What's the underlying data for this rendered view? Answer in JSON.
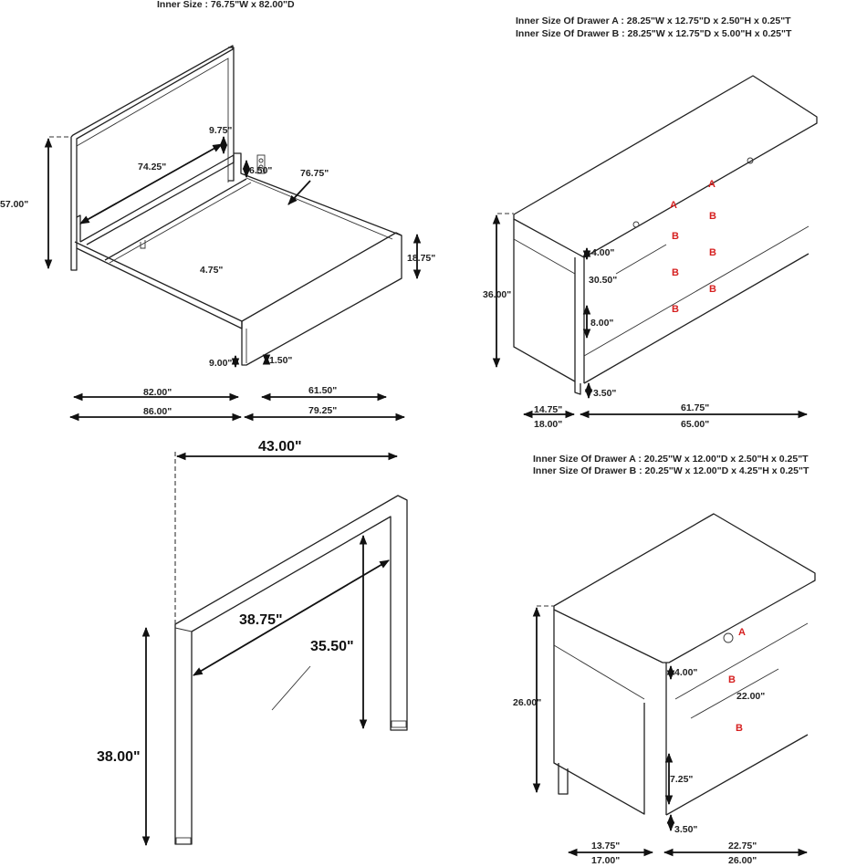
{
  "bed": {
    "inner_size": "Inner Size : 76.75\"W x 82.00\"D",
    "dims": {
      "height": "57.00\"",
      "headboard_width": "74.25\"",
      "headboard_gap": "9.75\"",
      "rail_height": "6.50\"",
      "inner_width": "76.75\"",
      "slat_leg": "4.75\"",
      "footboard_height": "18.75\"",
      "rail_clearance": "9.00\"",
      "footboard_clearance": "1.50\"",
      "inner_length": "82.00\"",
      "inner_footboard_width": "61.50\"",
      "overall_length": "86.00\"",
      "overall_width": "79.25\""
    }
  },
  "dresser": {
    "drawer_a": "Inner Size Of Drawer A : 28.25\"W x 12.75\"D x 2.50\"H x 0.25\"T",
    "drawer_b": "Inner Size Of Drawer B : 28.25\"W x 12.75\"D x 5.00\"H x 0.25\"T",
    "labels": [
      "A",
      "A",
      "B",
      "B",
      "B",
      "B",
      "B",
      "B"
    ],
    "dims": {
      "height": "36.00\"",
      "top_drawer": "4.00\"",
      "drawer_width": "30.50\"",
      "drawer_height": "8.00\"",
      "leg": "3.50\"",
      "inner_depth": "14.75\"",
      "inner_width": "61.75\"",
      "depth": "18.00\"",
      "width": "65.00\""
    }
  },
  "mirror": {
    "dims": {
      "width": "43.00\"",
      "glass_width": "38.75\"",
      "glass_height": "35.50\"",
      "height": "38.00\""
    }
  },
  "nightstand": {
    "drawer_a": "Inner Size Of Drawer A : 20.25\"W x 12.00\"D x 2.50\"H x 0.25\"T",
    "drawer_b": "Inner Size Of Drawer B : 20.25\"W x 12.00\"D x 4.25\"H x 0.25\"T",
    "labels": [
      "A",
      "B",
      "B"
    ],
    "dims": {
      "height": "26.00\"",
      "top_drawer": "4.00\"",
      "drawer_width": "22.00\"",
      "drawer_height": "7.25\"",
      "leg": "3.50\"",
      "inner_depth": "13.75\"",
      "inner_width": "22.75\"",
      "depth": "17.00\"",
      "width": "26.00\""
    }
  },
  "colors": {
    "line": "#222222",
    "drawer_label": "#d62020"
  }
}
